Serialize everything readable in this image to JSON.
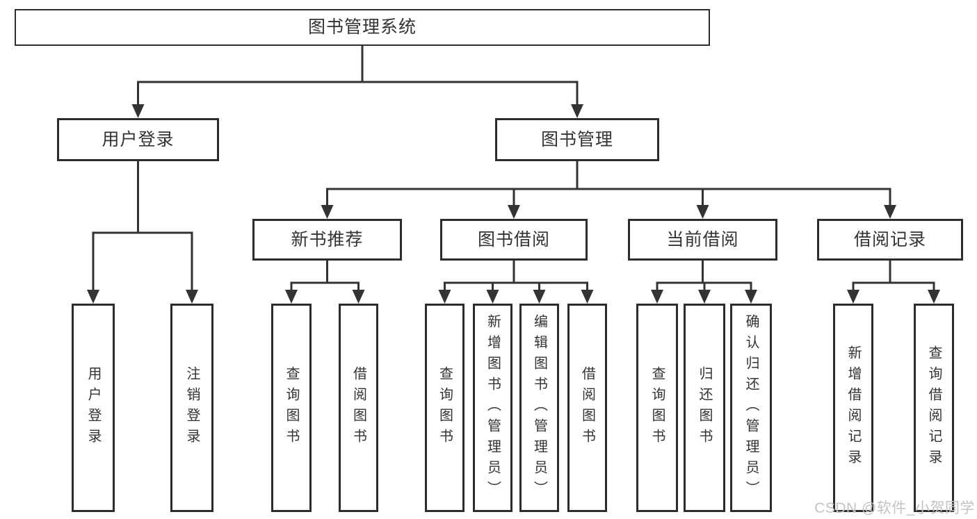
{
  "nodes": {
    "root": "图书管理系统",
    "user_login": "用户登录",
    "book_mgmt": "图书管理",
    "user_leaves": [
      "用户登录",
      "注销登录"
    ],
    "groups": [
      {
        "label": "新书推荐",
        "leaves": [
          "查询图书",
          "借阅图书"
        ]
      },
      {
        "label": "图书借阅",
        "leaves": [
          "查询图书",
          "新增图书（管理员）",
          "编辑图书（管理员）",
          "借阅图书"
        ]
      },
      {
        "label": "当前借阅",
        "leaves": [
          "查询图书",
          "归还图书",
          "确认归还（管理员）"
        ]
      },
      {
        "label": "借阅记录",
        "leaves": [
          "新增借阅记录",
          "查询借阅记录"
        ]
      }
    ]
  },
  "watermark": "CSDN @软件_小贺同学",
  "colors": {
    "line": "#333333",
    "border": "#2d2d2d",
    "text": "#333333",
    "watermark": "#c3c3c3",
    "background": "#ffffff"
  }
}
